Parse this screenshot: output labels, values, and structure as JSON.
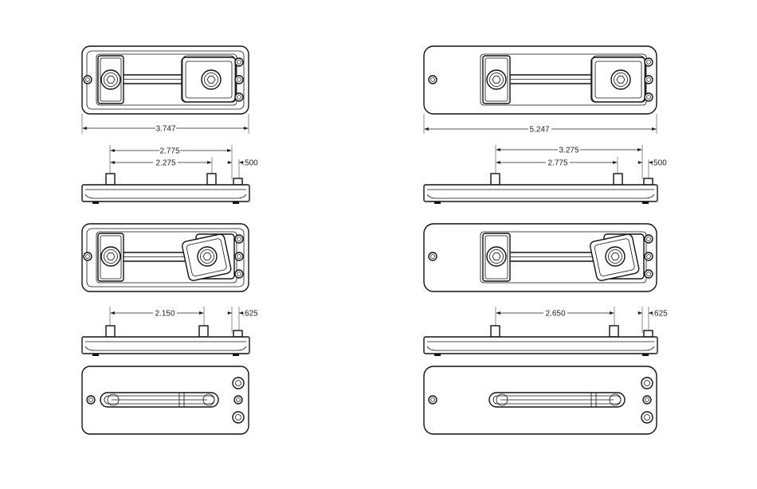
{
  "drawing": {
    "dimensions_left": {
      "overall": "3.747",
      "pin_span_top": "2.775",
      "pin_span_mid": "2.275",
      "offset_top": ".500",
      "pin_span_bottom": "2.150",
      "offset_bottom": ".625"
    },
    "dimensions_right": {
      "overall": "5.247",
      "pin_span_top": "3.275",
      "pin_span_mid": "2.775",
      "offset_top": ".500",
      "pin_span_bottom": "2.650",
      "offset_bottom": ".625"
    }
  }
}
